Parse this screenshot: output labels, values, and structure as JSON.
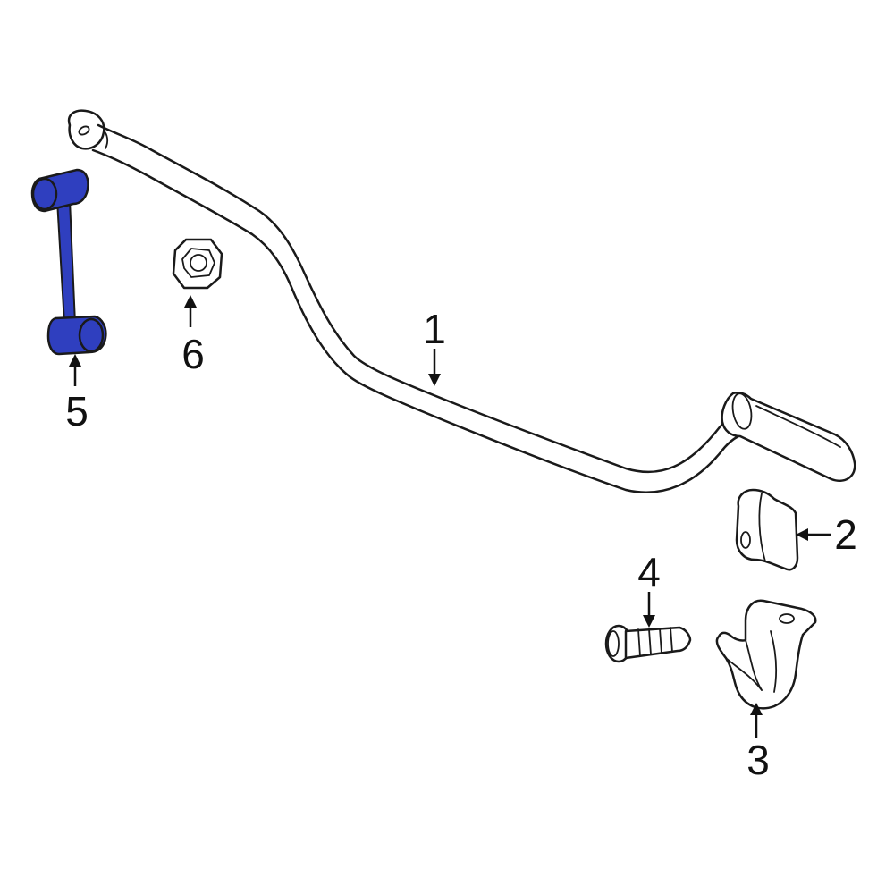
{
  "diagram": {
    "highlight_color": "#2f3fbf",
    "line_color": "#1a1a1a",
    "background": "#ffffff"
  },
  "callouts": {
    "c1": "1",
    "c2": "2",
    "c3": "3",
    "c4": "4",
    "c5": "5",
    "c6": "6"
  },
  "parts": {
    "p1": "stabilizer-bar",
    "p2": "bushing",
    "p3": "bushing-bracket",
    "p4": "bolt",
    "p5": "stabilizer-link",
    "p6": "nut"
  }
}
